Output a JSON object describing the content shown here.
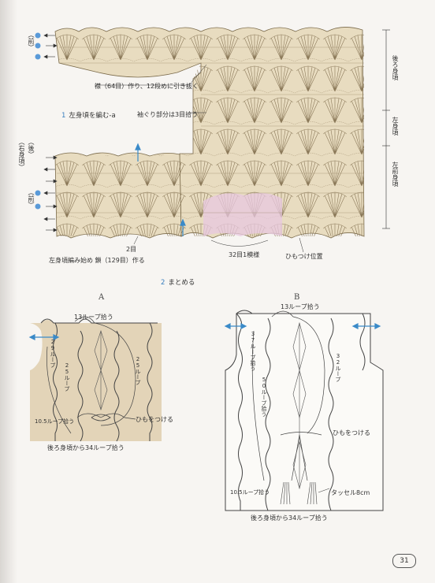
{
  "top_diagram": {
    "section_number": "1",
    "section_title": "左身頃を編む-a",
    "neck_note": "襟（64目）作り、12段めに引き抜く",
    "armhole_note": "袖ぐり部分は3目拾う",
    "side_left_top": "（前）",
    "side_left_mid": "（後）",
    "side_left_bottom": "（前）",
    "side_left_lower": "（右身頃）",
    "two_stitch": "2目",
    "repeat_note": "32目1模様",
    "tie_note": "ひもつけ位置",
    "cast_on_note": "左身頃編み始め 鎖（129目）作る",
    "right_label_back": "後ろ身頃",
    "right_label_left": "左身頃",
    "right_label_front": "左前身頃"
  },
  "assembly": {
    "section_number": "2",
    "section_title": "まとめる"
  },
  "panel_a": {
    "letter": "A",
    "top_loops": "13ループ拾う",
    "left_loops_1": "29ループ",
    "left_loops_2": "25ループ",
    "right_loops": "25ループ",
    "bottom_left": "10.5ループ拾う",
    "tie": "ひもをつける",
    "bottom": "後ろ身頃から34ループ拾う"
  },
  "panel_b": {
    "letter": "B",
    "top_loops": "13ループ拾う",
    "left_loops": "37ループ拾う",
    "mid_loops": "50ループ拾う",
    "right_loops": "32ループ",
    "tie": "ひもをつける",
    "bottom_left": "10.5ループ拾う",
    "tassel": "タッセル8cm",
    "bottom": "後ろ身頃から34ループ拾う"
  },
  "footer": {
    "page_number": "31"
  },
  "colors": {
    "chart_bg": "#e8dcc0",
    "stitch": "#6a5a40",
    "highlight": "#e8c8e0",
    "arrow": "#3a8ac8",
    "panel_a_bg": "#e3d4b8"
  }
}
